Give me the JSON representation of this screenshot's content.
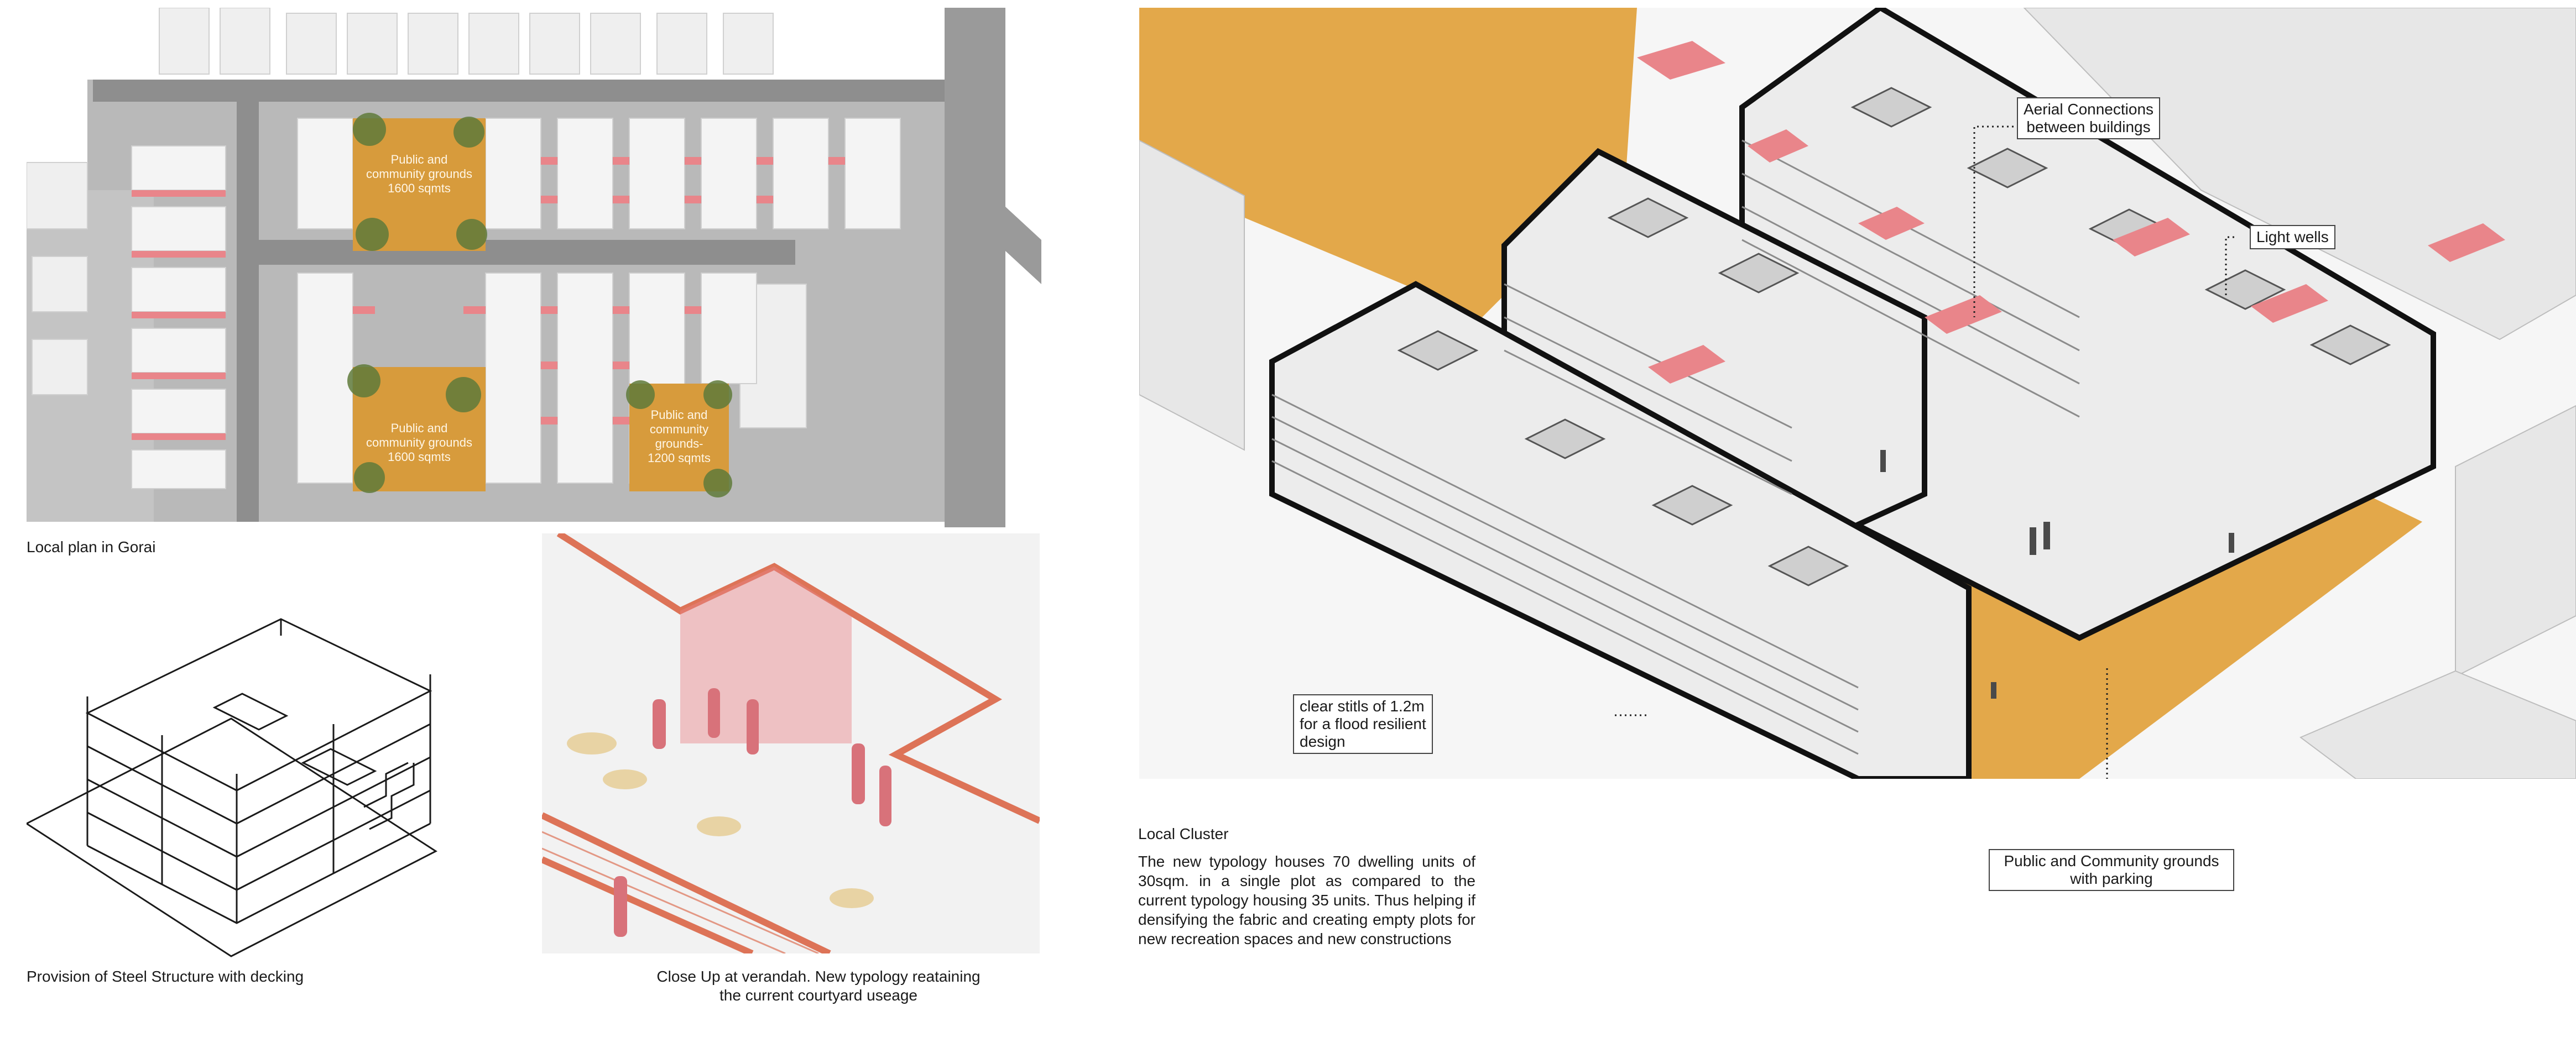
{
  "colors": {
    "ochre": "#e3a84a",
    "salmon": "#e9858a",
    "line_red": "#dd7357",
    "slab": "#ededed",
    "shadow": "#a5a5a5"
  },
  "plan": {
    "caption": "Local plan in Gorai",
    "grounds": [
      {
        "line1": "Public and",
        "line2": "community grounds",
        "line3": "1600 sqmts"
      },
      {
        "line1": "Public and",
        "line2": "community grounds",
        "line3": "1600 sqmts"
      },
      {
        "line1": "Public and",
        "line2": "community",
        "line3": "grounds-",
        "line4": "1200 sqmts"
      }
    ]
  },
  "steel": {
    "caption": "Provision of Steel Structure with decking"
  },
  "verandah": {
    "caption_line1": "Close Up at verandah. New typology reataining",
    "caption_line2": "the current courtyard useage"
  },
  "cluster": {
    "labels": {
      "aerial_line1": "Aerial Connections",
      "aerial_line2": "between buildings",
      "light_wells": "Light wells",
      "stilts_line1": "clear stitls of 1.2m",
      "stilts_line2": "for a flood resilient",
      "stilts_line3": "design",
      "grounds_line1": "Public and Community grounds",
      "grounds_line2": "with parking"
    },
    "title": "Local Cluster",
    "description": "The new typology houses 70 dwelling units of 30sqm. in a single plot as compared to the current typology housing 35 units. Thus helping if densifying the fabric and creating empty plots for new recreation spaces and new constructions"
  }
}
